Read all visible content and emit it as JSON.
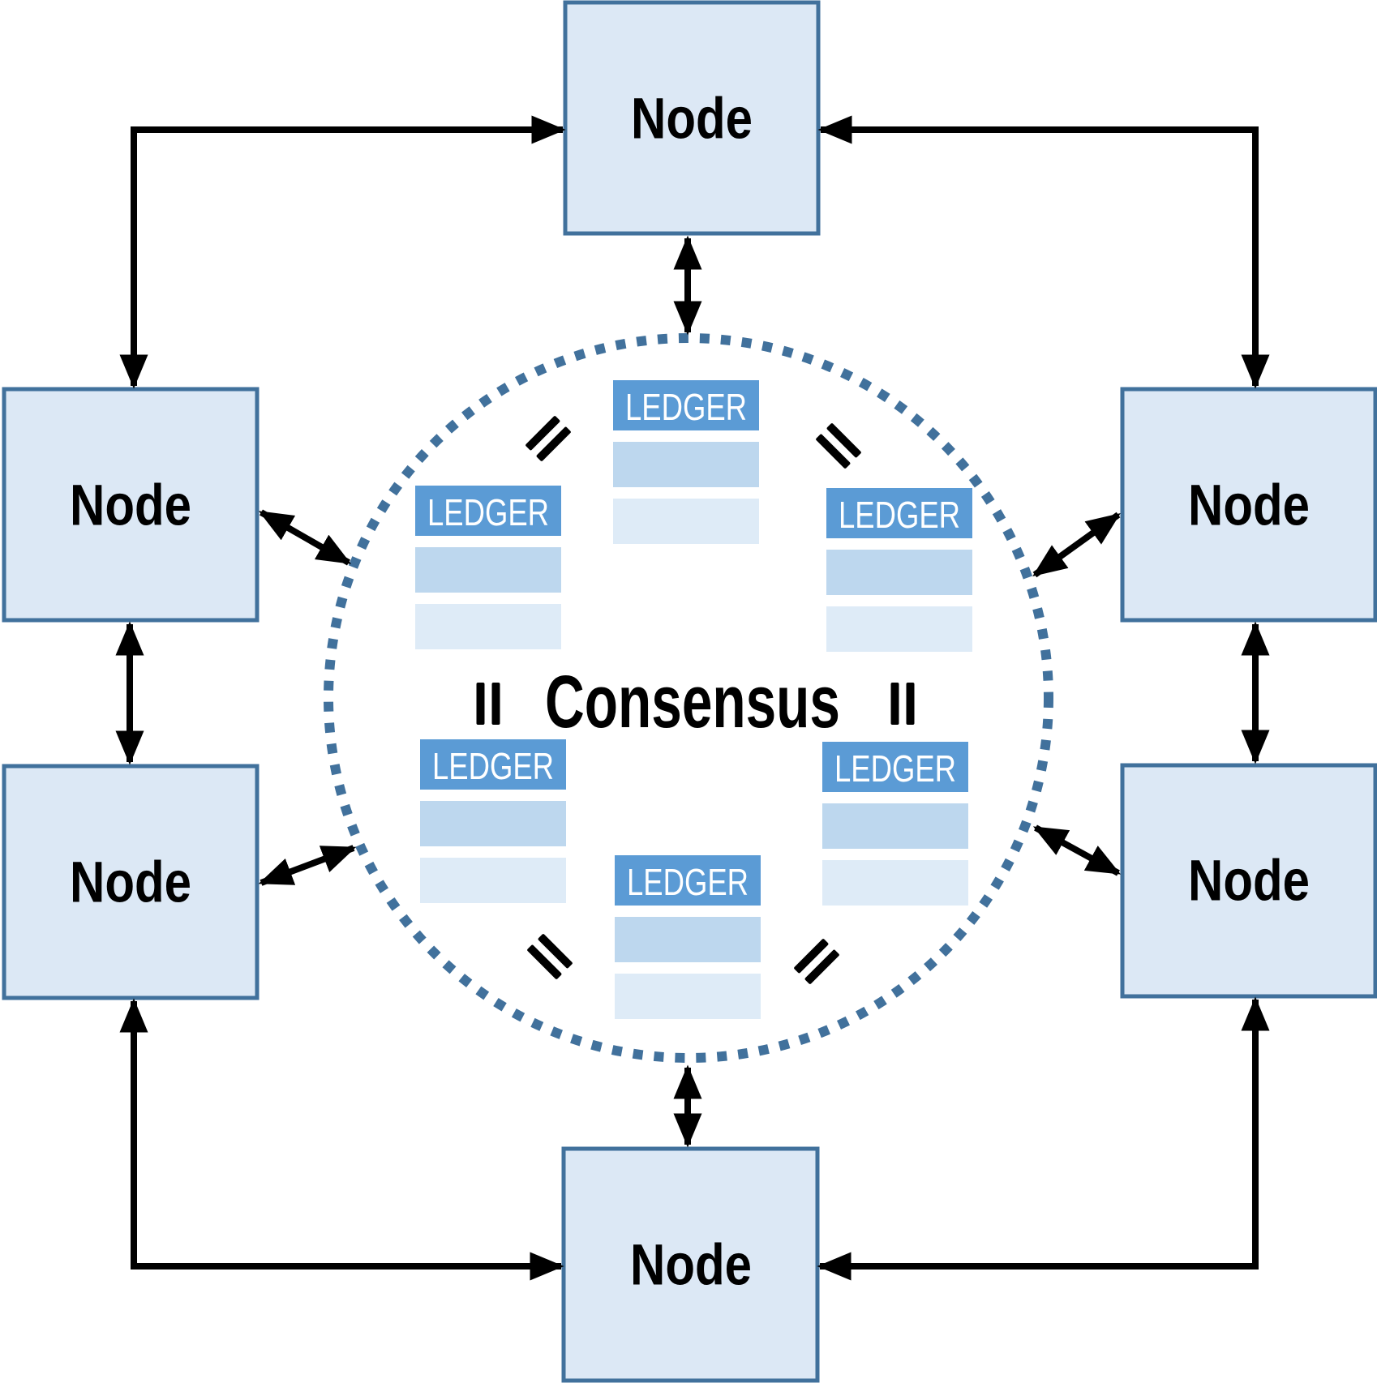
{
  "diagram": {
    "consensus_label": "Consensus",
    "nodes": [
      {
        "position": "top",
        "label": "Node"
      },
      {
        "position": "upper-left",
        "label": "Node"
      },
      {
        "position": "upper-right",
        "label": "Node"
      },
      {
        "position": "lower-left",
        "label": "Node"
      },
      {
        "position": "lower-right",
        "label": "Node"
      },
      {
        "position": "bottom",
        "label": "Node"
      }
    ],
    "ledgers": [
      {
        "position": "top-center",
        "title": "LEDGER"
      },
      {
        "position": "middle-left",
        "title": "LEDGER"
      },
      {
        "position": "middle-right",
        "title": "LEDGER"
      },
      {
        "position": "bottom-left",
        "title": "LEDGER"
      },
      {
        "position": "bottom-right",
        "title": "LEDGER"
      },
      {
        "position": "bottom-center",
        "title": "LEDGER"
      }
    ],
    "icons": {
      "equals": "=",
      "arrow": "double-headed-arrow"
    },
    "colors": {
      "node_fill": "#dce8f5",
      "node_border": "#41719c",
      "ledger_header_fill": "#5b9bd5",
      "ledger_row1_fill": "#bdd7ee",
      "ledger_row2_fill": "#deebf7",
      "ledger_title_text": "#ffffff",
      "consensus_circle_dots": "#41719c",
      "arrow": "#000000",
      "label_text": "#000000"
    }
  }
}
